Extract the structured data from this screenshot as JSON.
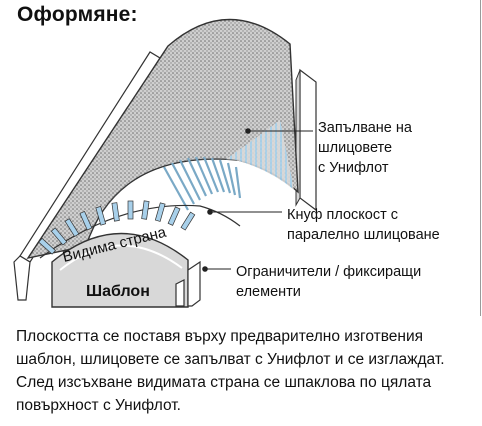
{
  "heading": "Оформяне:",
  "callouts": {
    "filling": "Запълване на\nшлицовете\nс Унифлот",
    "board": "Кнуф плоскост с\nпаралелно шлицоване",
    "limiters": "Ограничители / фиксиращи\nелементи"
  },
  "labels": {
    "visible_side": "Видима страна",
    "template": "Шаблон"
  },
  "caption_lines": [
    "Плоскостта се поставя върху предварително изготвения",
    "шаблон, шлицовете се запълват с Унифлот и се изглаждат.",
    "След изсъхване видимата страна се шпаклова по цялата",
    "повърхност с Унифлот."
  ],
  "colors": {
    "board_fill": "#d2d2d2",
    "slot_fill": "#a8d0ea",
    "template_fill": "#d8d8d8",
    "outline": "#333333"
  }
}
